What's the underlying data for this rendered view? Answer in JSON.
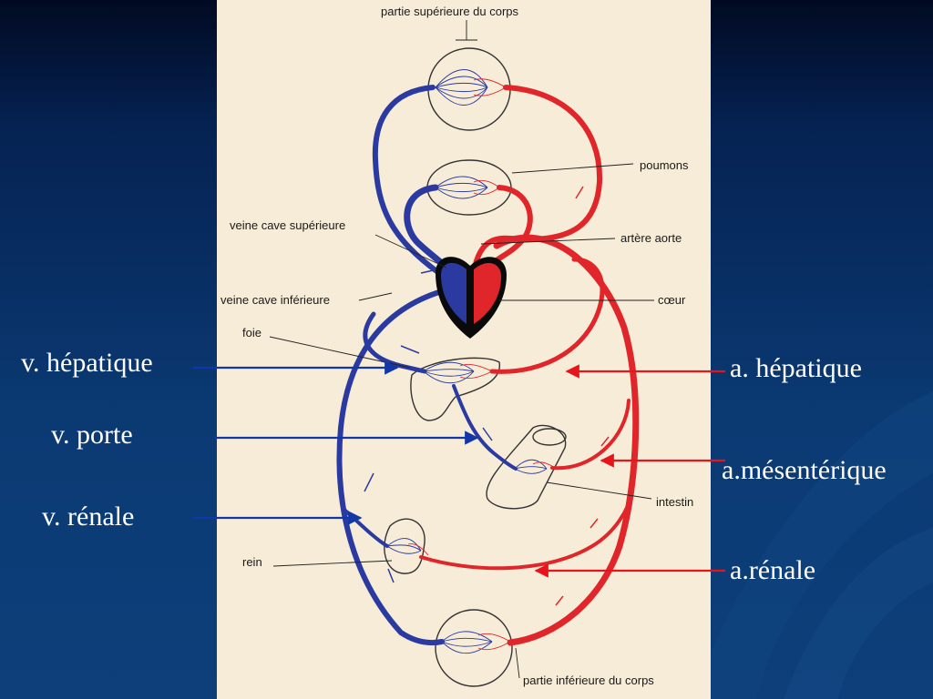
{
  "diagram": {
    "labels": {
      "upper_body": "partie supérieure du corps",
      "lungs": "poumons",
      "superior_vena_cava": "veine cave supérieure",
      "aorta": "artère aorte",
      "inferior_vena_cava": "veine cave inférieure",
      "heart": "cœur",
      "liver": "foie",
      "intestine": "intestin",
      "kidney": "rein",
      "lower_body": "partie inférieure du corps"
    }
  },
  "annotations": {
    "left": {
      "hepatic_vein": "v. hépatique",
      "portal_vein": "v. porte",
      "renal_vein": "v. rénale"
    },
    "right": {
      "hepatic_artery": "a. hépatique",
      "mesenteric_artery": "a.mésentérique",
      "renal_artery": "a.rénale"
    }
  },
  "colors": {
    "background": "#0b3a73",
    "paper": "#f6ecd8",
    "vein_blue": "#2a3aa0",
    "artery_red": "#e0262a",
    "pointer_blue": "#1238a8",
    "pointer_red": "#e8141c"
  }
}
